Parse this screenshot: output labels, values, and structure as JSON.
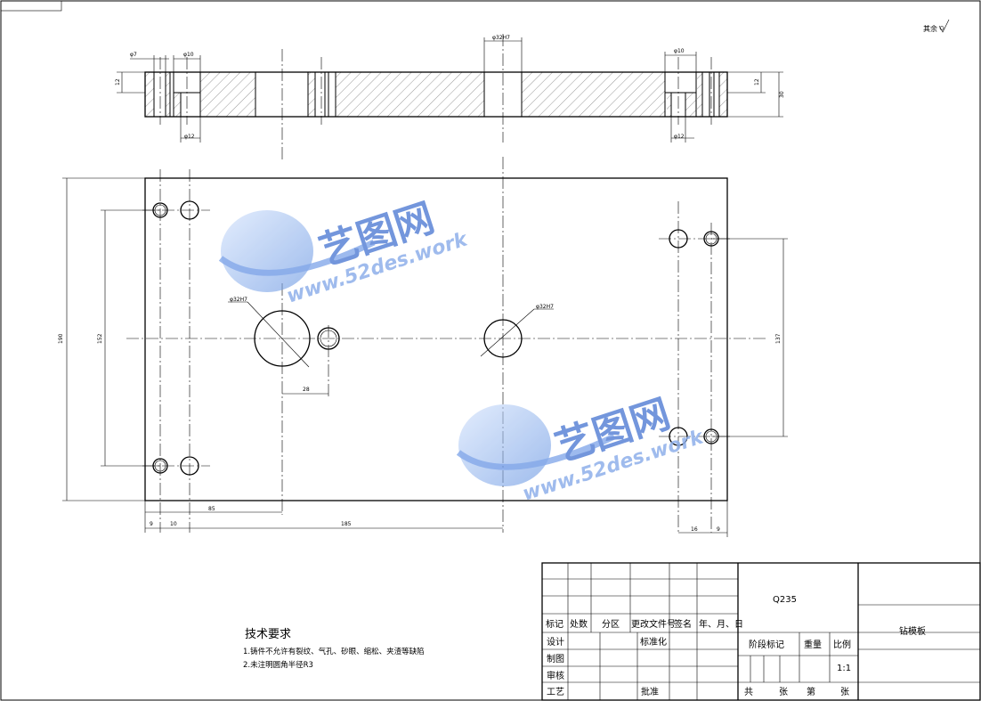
{
  "dims": {
    "phi7": "φ7",
    "phi10_top": "φ10",
    "phi32_top": "φ32H7",
    "phi10_right": "φ10",
    "h12_left": "12",
    "h12_right": "12",
    "h30": "30",
    "phi12_left": "φ12",
    "phi12_right": "φ12",
    "phi32_a": "φ32H7",
    "phi32_b": "φ32H7",
    "d190": "190",
    "d152": "152",
    "d28": "28",
    "d137": "137",
    "d85": "85",
    "d9a": "9",
    "d10": "10",
    "d185": "185",
    "d16": "16",
    "d9b": "9"
  },
  "roughness": "其余",
  "tech": {
    "title": "技术要求",
    "line1": "1.铸件不允许有裂纹、气孔、砂眼、缩松、夹渣等缺陷",
    "line2": "2.未注明圆角半径R3"
  },
  "watermark": {
    "name": "艺图网",
    "url": "www.52des.work"
  },
  "titleblock": {
    "material": "Q235",
    "part_name": "钻模板",
    "h_mark": "标记",
    "h_count": "处数",
    "h_zone": "分区",
    "h_docno": "更改文件号",
    "h_sign": "签名",
    "h_date": "年、月、日",
    "design": "设计",
    "standard": "标准化",
    "drawing": "制图",
    "review": "审核",
    "process": "工艺",
    "approve": "批准",
    "stage": "阶段标记",
    "weight": "重量",
    "scale_label": "比例",
    "scale": "1:1",
    "total": "共",
    "sheets1": "张",
    "sheet_no": "第",
    "sheets2": "张"
  }
}
